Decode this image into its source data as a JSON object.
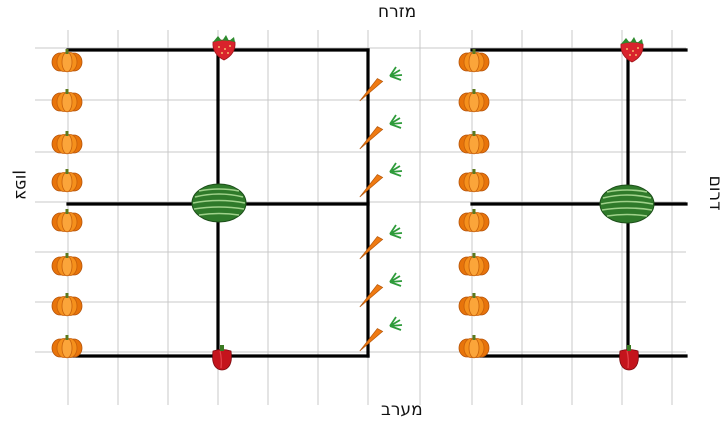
{
  "directions": {
    "east": "מזרח",
    "west": "מערב",
    "north": "צפון",
    "south": "דרום"
  },
  "plants": {
    "pumpkin": "pumpkin-icon",
    "strawberry": "strawberry-icon",
    "watermelon": "watermelon-icon",
    "pepper": "pepper-icon",
    "carrot": "carrot-icon"
  },
  "colors": {
    "grid": "#c8c8c8",
    "fence": "#000000",
    "pumpkin": "#f07d0c",
    "watermelon": "#2f7a2a",
    "strawberry": "#d8202a",
    "pepper": "#c4141c",
    "carrot": "#ef7a12",
    "leaf": "#2e9b3a"
  }
}
